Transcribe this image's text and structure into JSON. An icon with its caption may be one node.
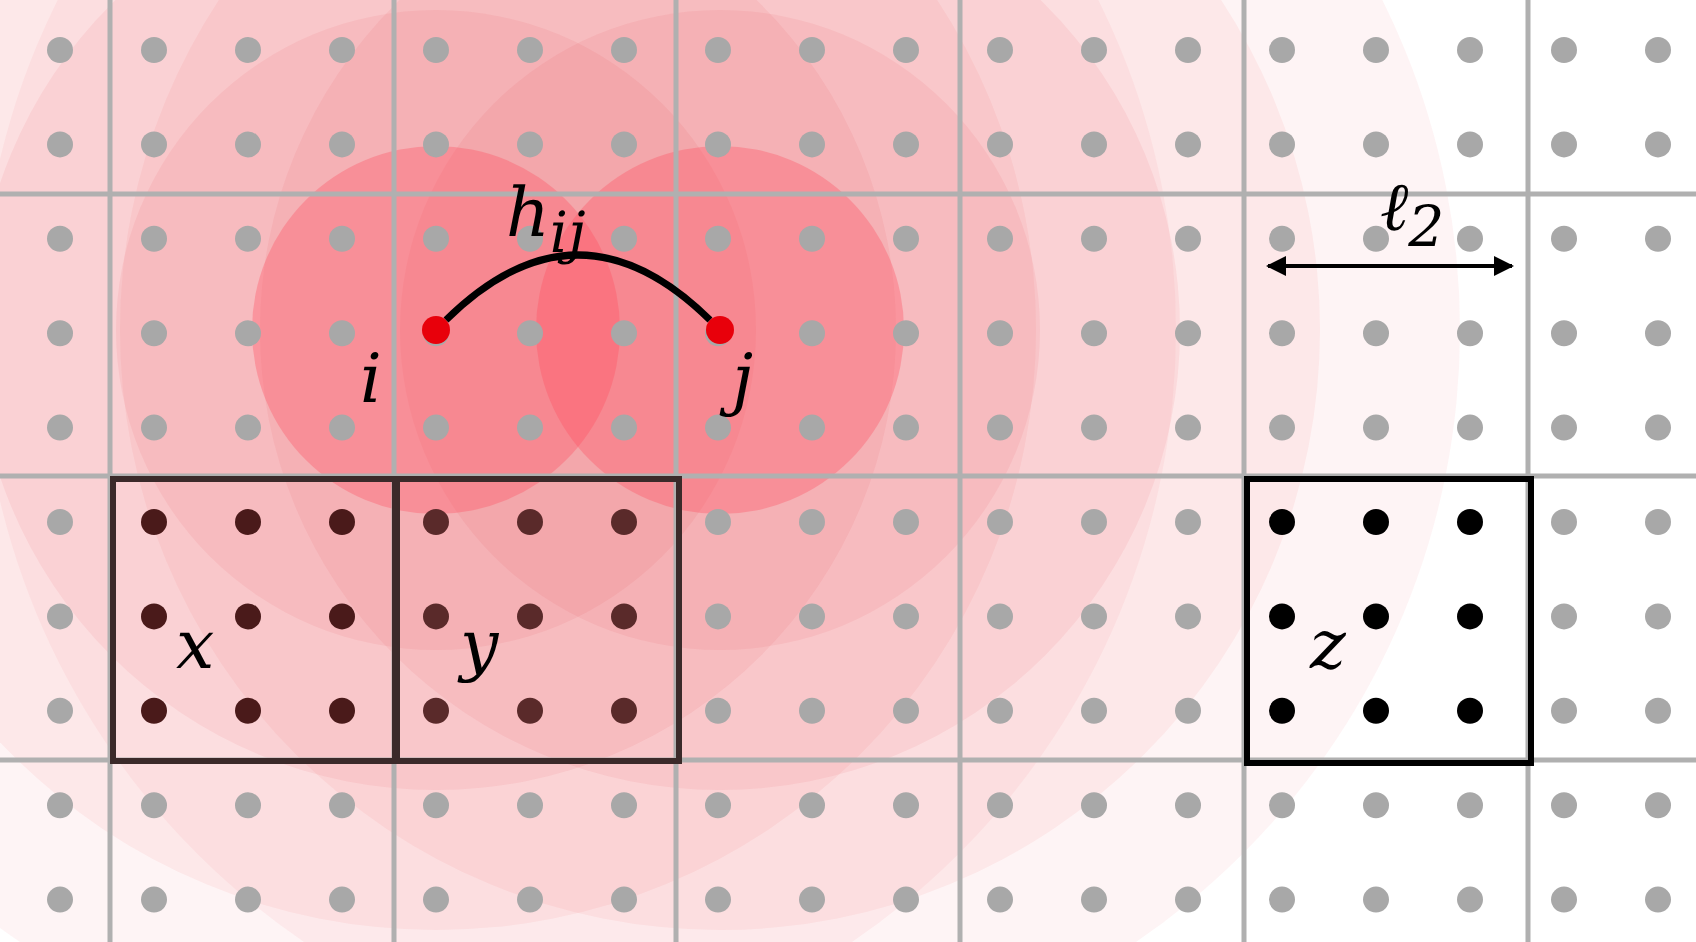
{
  "diagram": {
    "nodes": [
      {
        "text": [
          "i"
        ]
      },
      {
        "text": [
          "j"
        ]
      },
      {
        "text": [
          "x"
        ]
      },
      {
        "text": [
          "y"
        ]
      },
      {
        "text": [
          "z"
        ]
      }
    ],
    "edges": [
      {
        "from": 0,
        "to": 1,
        "arrow": "none",
        "label": "h$_{ij}$"
      }
    ],
    "labels": [
      "ℓ$_{2}$"
    ]
  }
}
